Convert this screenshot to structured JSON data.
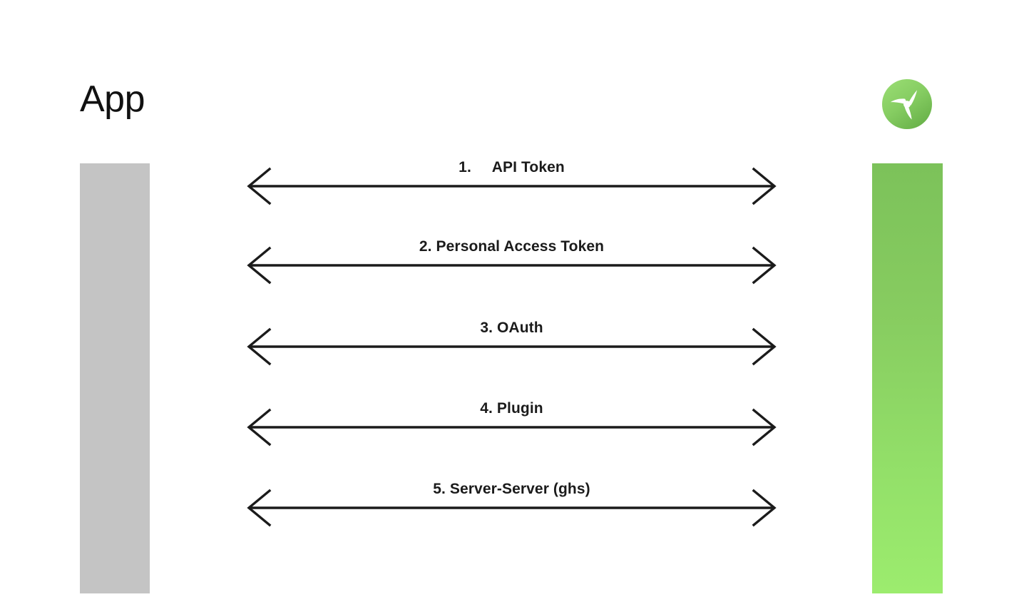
{
  "diagram": {
    "type": "sequence-diagram",
    "background_color": "#ffffff",
    "left_actor": {
      "label": "App",
      "lifeline_color": "#c4c4c4"
    },
    "right_actor": {
      "logo_icon": "turbine-propeller-icon",
      "logo_colors": {
        "circle_top": "#8ed468",
        "circle_bottom": "#6fb84e",
        "blades": "#ffffff"
      },
      "lifeline_gradient_top": "#7cc25a",
      "lifeline_gradient_bottom": "#9cec6e"
    },
    "messages": [
      {
        "number": "1.",
        "label": "1.     API Token",
        "text": "API Token",
        "direction": "bidirectional"
      },
      {
        "number": "2.",
        "label": "2. Personal Access Token",
        "text": "Personal Access Token",
        "direction": "bidirectional"
      },
      {
        "number": "3.",
        "label": "3. OAuth",
        "text": "OAuth",
        "direction": "bidirectional"
      },
      {
        "number": "4.",
        "label": "4. Plugin",
        "text": "Plugin",
        "direction": "bidirectional"
      },
      {
        "number": "5.",
        "label": "5. Server-Server (ghs)",
        "text": "Server-Server (ghs)",
        "direction": "bidirectional"
      }
    ]
  }
}
